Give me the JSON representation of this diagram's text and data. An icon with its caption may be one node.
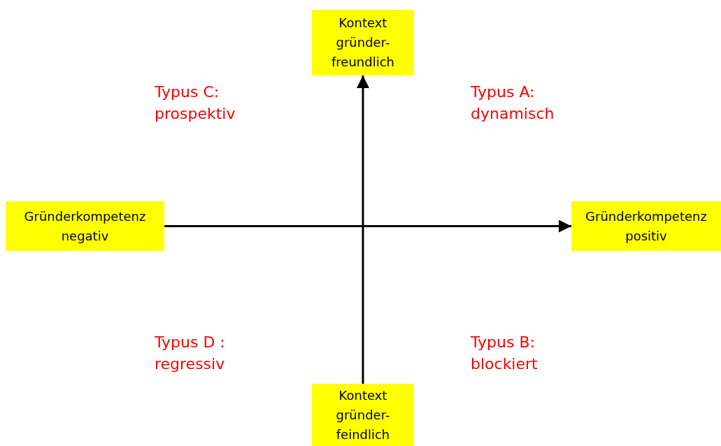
{
  "diagram": {
    "nodes": [
      {
        "text": [
          "Kontext gründer-freundlich"
        ]
      },
      {
        "text": [
          "Gründerkompetenz negativ"
        ]
      },
      {
        "text": [
          "Gründerkompetenz positiv"
        ]
      },
      {
        "text": [
          "Kontext gründer-feindlich"
        ]
      }
    ],
    "edges": [
      {
        "from": 1,
        "to": 2,
        "arrow": "to"
      },
      {
        "from": 3,
        "to": 0,
        "arrow": "to"
      }
    ],
    "labels": [
      "Typus C: prospektiv",
      "Typus A: dynamisch",
      "Typus D : regressiv",
      "Typus B: blockiert"
    ]
  }
}
